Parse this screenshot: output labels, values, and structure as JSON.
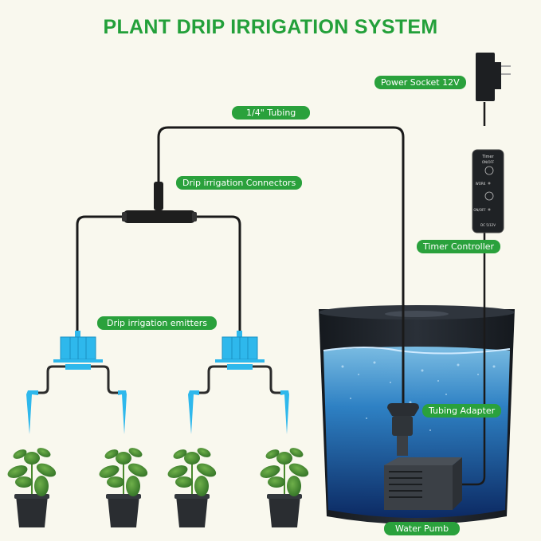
{
  "title": "PLANT DRIP IRRIGATION SYSTEM",
  "colors": {
    "background": "#f9f8ee",
    "title_green": "#23a03a",
    "label_green": "#2aa13c",
    "label_text": "#ffffff",
    "tubing": "#1a1a1a",
    "emitter_blue": "#2eb8ec",
    "water_blue": "#1a6fb8",
    "bucket": "#1c2128"
  },
  "labels": {
    "power_socket": "Power Socket 12V",
    "tubing": "1/4\" Tubing",
    "connectors": "Drip irrigation Connectors",
    "timer_controller": "Timer Controller",
    "emitters": "Drip irrigation emitters",
    "tubing_adapter": "Tubing Adapter",
    "water_pump": "Water Pumb"
  },
  "timer": {
    "title": "Timer",
    "on_off": "ON/OFF",
    "work": "WORK",
    "on_off_2": "ON/OFF",
    "voltage": "DC 5/12V"
  },
  "plants": [
    {
      "name": "plant-1"
    },
    {
      "name": "plant-2"
    },
    {
      "name": "plant-3"
    },
    {
      "name": "plant-4"
    }
  ]
}
